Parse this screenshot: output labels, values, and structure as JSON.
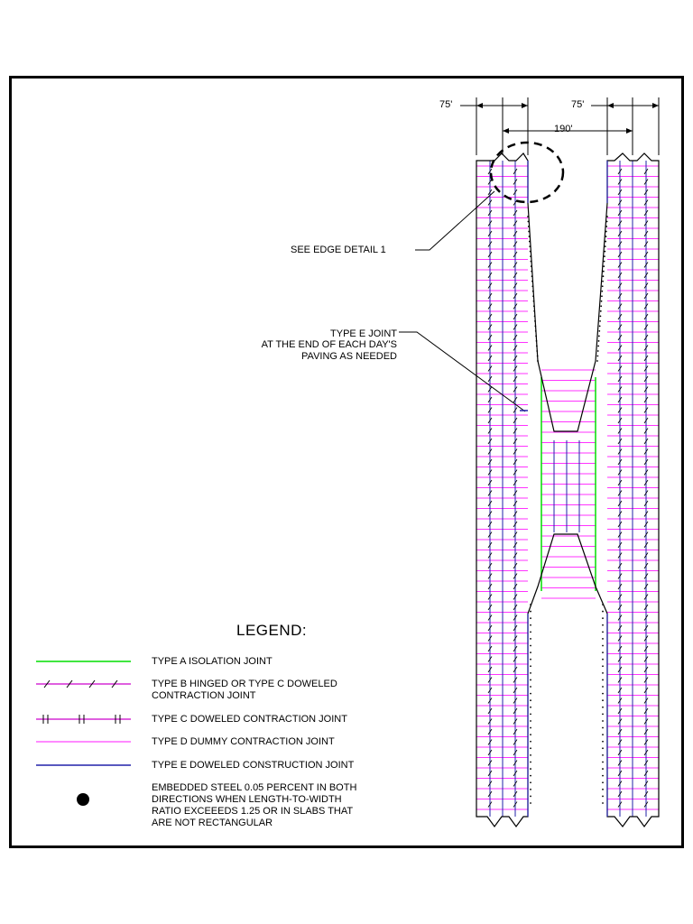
{
  "dimensions": {
    "left_width": "75'",
    "center_gap": "190'",
    "right_width": "75'"
  },
  "callouts": {
    "edge_detail": "SEE EDGE DETAIL 1",
    "type_e_line1": "TYPE E JOINT",
    "type_e_line2": "AT THE END OF EACH DAY'S",
    "type_e_line3": "PAVING AS NEEDED"
  },
  "legend": {
    "title": "LEGEND:",
    "items": [
      {
        "label": "TYPE A ISOLATION JOINT",
        "color": "#00dd00"
      },
      {
        "label": "TYPE B HINGED OR TYPE C DOWELED\nCONTRACTION JOINT",
        "color": "#cc00cc"
      },
      {
        "label": "TYPE C DOWELED CONTRACTION JOINT",
        "color": "#cc00cc"
      },
      {
        "label": "TYPE D DUMMY CONTRACTION JOINT",
        "color": "#ff44ff"
      },
      {
        "label": "TYPE E DOWELED CONSTRUCTION JOINT",
        "color": "#2222aa"
      },
      {
        "label": "EMBEDDED STEEL 0.05 PERCENT IN BOTH\nDIRECTIONS WHEN LENGTH-TO-WIDTH\nRATIO EXCEEEDS 1.25 OR IN SLABS THAT\nARE NOT RECTANGULAR",
        "color": "#000000"
      }
    ]
  },
  "colors": {
    "transverse_joint": "#ff33ff",
    "longitudinal_joint": "#2222aa",
    "isolation_joint": "#00dd00",
    "outline": "#000000"
  }
}
